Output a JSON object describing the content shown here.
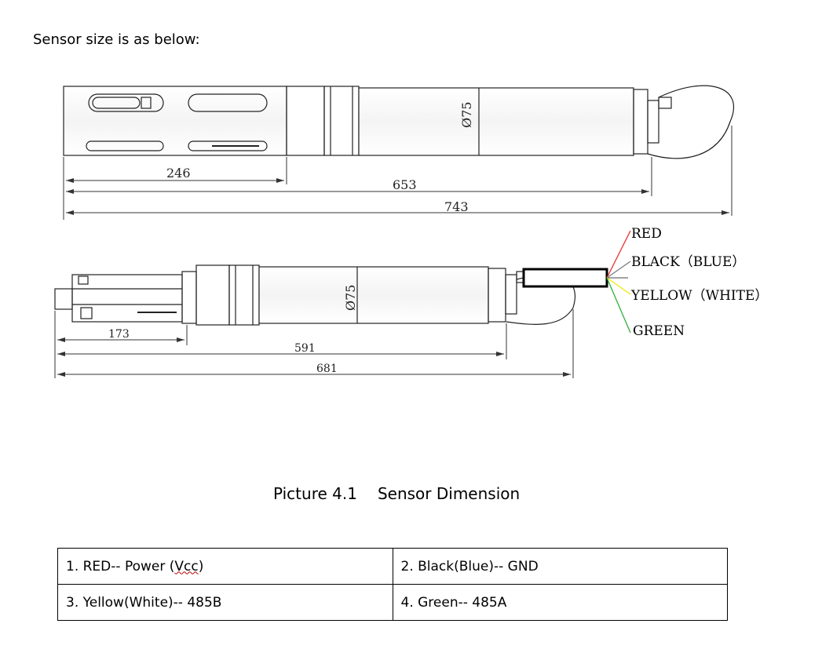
{
  "intro_text": "Sensor size is as below:",
  "top_view": {
    "diameter_label": "Ø75",
    "dim_a": "246",
    "dim_b": "653",
    "dim_c": "743"
  },
  "side_view": {
    "diameter_label": "Ø75",
    "dim_a": "173",
    "dim_b": "591",
    "dim_c": "681"
  },
  "wire_labels": {
    "red": "RED",
    "black": "BLACK（BLUE）",
    "yellow": "YELLOW（WHITE）",
    "green": "GREEN"
  },
  "wire_colors": {
    "red": "#e8322b",
    "black": "#7a7a7a",
    "yellow": "#f2e600",
    "green": "#2fae3b"
  },
  "caption": {
    "number": "Picture 4.1",
    "title": "Sensor Dimension"
  },
  "wiring_table": {
    "rows": [
      {
        "left_prefix": "1.  RED-- Power (",
        "left_mark": "Vcc",
        "left_suffix": ")",
        "right": "2.  Black(Blue)-- GND"
      },
      {
        "left_prefix": "3.  Yellow(White)-- 485B",
        "left_mark": "",
        "left_suffix": "",
        "right": "4.  Green-- 485A"
      }
    ]
  }
}
